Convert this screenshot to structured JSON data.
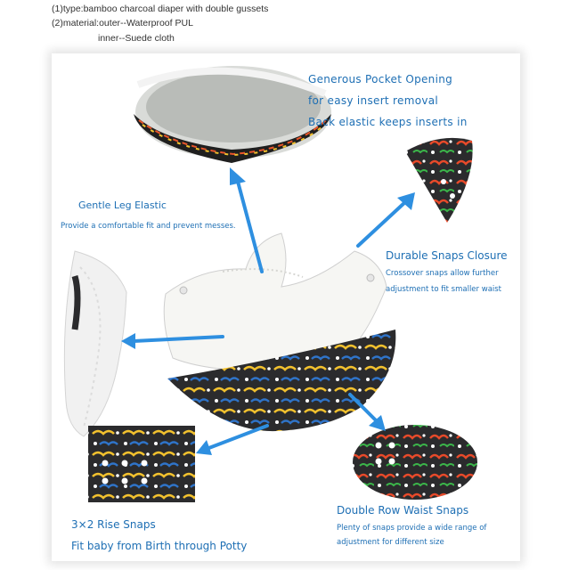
{
  "specs": {
    "line1": "(1)type:bamboo charcoal diaper with double gussets",
    "line2": "(2)material:outer--Waterproof PUL",
    "line3": "inner--Suede cloth"
  },
  "callouts": {
    "pocket": {
      "line1": "Generous Pocket Opening",
      "line2": "for easy insert removal",
      "line3": "Back elastic keeps inserts in"
    },
    "leg": {
      "title": "Gentle Leg Elastic",
      "desc": "Provide a comfortable fit and prevent messes."
    },
    "snaps": {
      "title": "Durable Snaps Closure",
      "desc1": "Crossover snaps allow further",
      "desc2": "adjustment to fit smaller waist"
    },
    "rise": {
      "line1": "3×2 Rise Snaps",
      "line2": "Fit baby from Birth through Potty"
    },
    "waist": {
      "title": "Double Row Waist Snaps",
      "desc1": "Plenty of snaps provide a wide range of",
      "desc2": "adjustment for different size"
    }
  },
  "colors": {
    "accent": "#1e6fb4",
    "arrow": "#2e8fe0",
    "fabric": "#2b2b2d"
  },
  "icons": [
    "arrow-to-pocket-icon",
    "arrow-to-snap-icon",
    "arrow-to-leg-icon",
    "arrow-to-rise-icon",
    "arrow-to-waist-icon"
  ]
}
